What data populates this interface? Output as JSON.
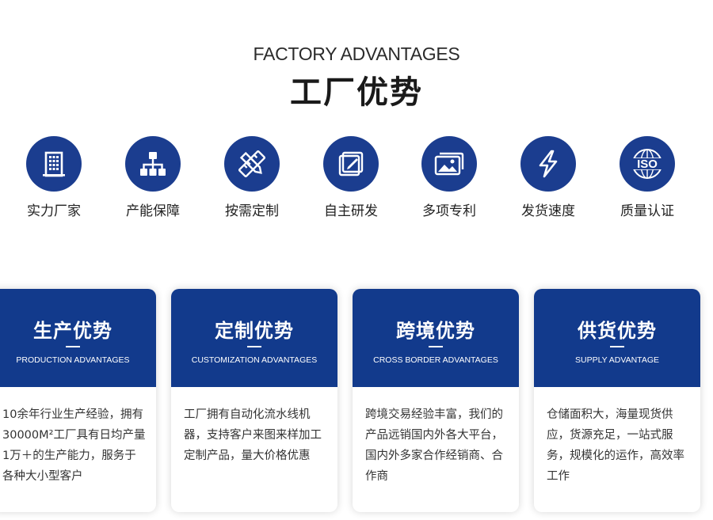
{
  "header": {
    "title_en": "FACTORY ADVANTAGES",
    "title_cn": "工厂优势"
  },
  "advantages": [
    {
      "label": "实力厂家",
      "icon": "building-icon"
    },
    {
      "label": "产能保障",
      "icon": "org-chart-icon"
    },
    {
      "label": "按需定制",
      "icon": "ruler-pencil-icon"
    },
    {
      "label": "自主研发",
      "icon": "edit-document-icon"
    },
    {
      "label": "多项专利",
      "icon": "image-gallery-icon"
    },
    {
      "label": "发货速度",
      "icon": "lightning-icon"
    },
    {
      "label": "质量认证",
      "icon": "iso-icon"
    }
  ],
  "icon_text": {
    "iso": "ISO"
  },
  "cards": [
    {
      "title": "生产优势",
      "subtitle": "PRODUCTION ADVANTAGES",
      "body": "10余年行业生产经验，拥有30000M²工厂具有日均产量1万＋的生产能力，服务于各种大小型客户"
    },
    {
      "title": "定制优势",
      "subtitle": "CUSTOMIZATION ADVANTAGES",
      "body": "工厂拥有自动化流水线机器，支持客户来图来样加工定制产品，量大价格优惠"
    },
    {
      "title": "跨境优势",
      "subtitle": "CROSS BORDER ADVANTAGES",
      "body": "跨境交易经验丰富，我们的产品远销国内外各大平台，国内外多家合作经销商、合作商"
    },
    {
      "title": "供货优势",
      "subtitle": "SUPPLY ADVANTAGE",
      "body": "仓储面积大，海量现货供应，货源充足，一站式服务，规模化的运作，高效率工作"
    }
  ],
  "colors": {
    "brand_blue": "#1b3d8f",
    "card_head_blue": "#123a8c"
  }
}
